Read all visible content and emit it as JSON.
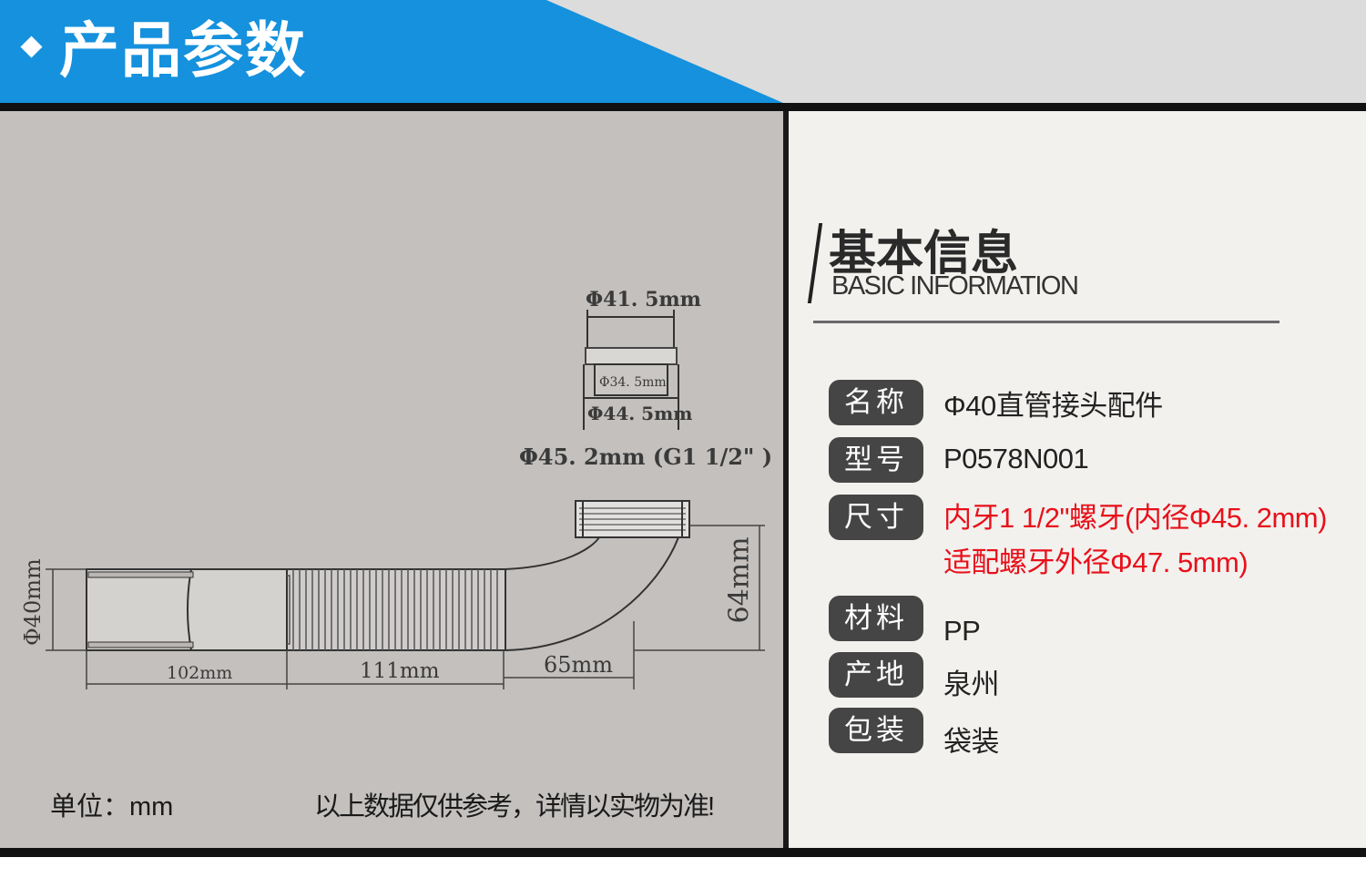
{
  "header": {
    "title": "产品参数"
  },
  "diagram": {
    "dims": {
      "d41": "Φ41. 5mm",
      "d34": "Φ34. 5mm",
      "d44": "Φ44. 5mm",
      "d45": "Φ45. 2mm (G1  1/2\" )",
      "d40": "Φ40mm",
      "len102": "102mm",
      "len111": "111mm",
      "len65": "65mm",
      "h64": "64mm"
    },
    "unit_note": "单位：mm",
    "disclaimer": "以上数据仅供参考，详情以实物为准!"
  },
  "info": {
    "title": "基本信息",
    "subtitle": "BASIC INFORMATION",
    "specs": [
      {
        "label": "名称",
        "value": "Φ40直管接头配件"
      },
      {
        "label": "型号",
        "value": "P0578N001"
      },
      {
        "label": "尺寸",
        "value": "内牙1  1/2\"螺牙(内径Φ45. 2mm)",
        "value2": "适配螺牙外径Φ47. 5mm)"
      },
      {
        "label": "材料",
        "value": "PP"
      },
      {
        "label": "产地",
        "value": "泉州"
      },
      {
        "label": "包装",
        "value": "袋装"
      }
    ]
  },
  "colors": {
    "banner": "#1591dd",
    "highlight": "#e8101a",
    "label_bg": "#454545"
  }
}
